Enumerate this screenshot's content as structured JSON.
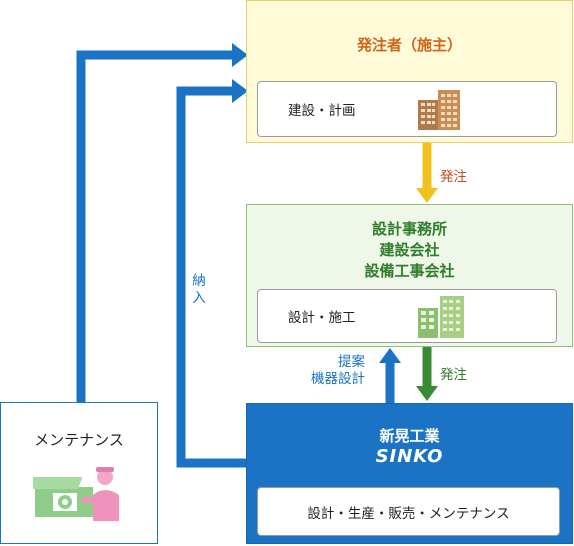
{
  "owner": {
    "title": "発注者（施主）",
    "inner_label": "建設・計画",
    "icon": "office-buildings-icon",
    "color": "#d0631b"
  },
  "design": {
    "title_lines": [
      "設計事務所",
      "建設会社",
      "設備工事会社"
    ],
    "inner_label": "設計・施工",
    "icon": "green-buildings-icon",
    "color": "#2f7d2b"
  },
  "maker": {
    "title": "新晃工業",
    "brand": "SINKO",
    "inner_label": "設計・生産・販売・メンテナンス",
    "color": "#1a73c4"
  },
  "maintenance": {
    "title": "メンテナンス",
    "icon": "maintenance-worker-icon"
  },
  "labels": {
    "order1": "発注",
    "order2": "発注",
    "proposal_lines": [
      "提案",
      "機器設計"
    ],
    "delivery_chars": [
      "納",
      "入"
    ]
  },
  "colors": {
    "yellow_arrow": "#f2c21c",
    "green_arrow": "#3a8a35",
    "blue_arrow": "#1a73c4"
  }
}
